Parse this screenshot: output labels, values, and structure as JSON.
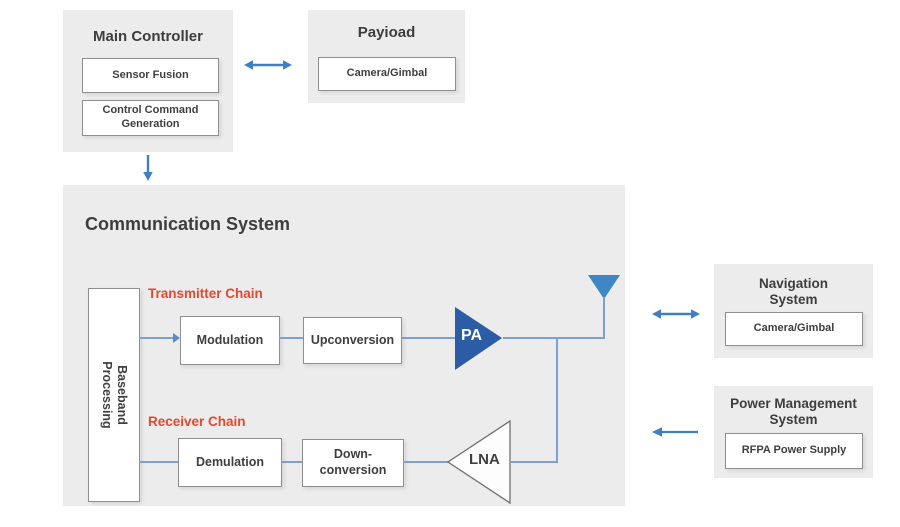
{
  "colors": {
    "panel_bg": "#ececec",
    "module_border": "#8f8f8f",
    "heading_text": "#3d3d3d",
    "chain_label_red": "#e4492f",
    "connector_blue": "#7b9fd6",
    "arrow_blue": "#4080c0",
    "pa_fill": "#2d5ca6",
    "antenna_fill": "#3e87c6"
  },
  "main_controller": {
    "title": "Main Controller",
    "modules": [
      "Sensor Fusion",
      "Control Command Generation"
    ]
  },
  "payload": {
    "title": "Payioad",
    "modules": [
      "Camera/Gimbal"
    ]
  },
  "communication_system": {
    "title": "Communication System",
    "baseband_label": "Baseband Processing",
    "transmitter_chain": {
      "label": "Transmitter Chain",
      "blocks": [
        "Modulation",
        "Upconversion"
      ],
      "amplifier_label": "PA"
    },
    "receiver_chain": {
      "label": "Receiver Chain",
      "blocks": [
        "Demulation",
        "Down-conversion"
      ],
      "amplifier_label": "LNA"
    }
  },
  "navigation_system": {
    "title": "Navigation System",
    "modules": [
      "Camera/Gimbal"
    ]
  },
  "power_management_system": {
    "title": "Power Management System",
    "modules": [
      "RFPA Power Supply"
    ]
  },
  "icons": {
    "antenna": "antenna-icon",
    "bidirectional_arrow": "bidirectional-arrow-icon",
    "down_arrow": "down-arrow-icon",
    "left_arrow": "left-arrow-icon"
  }
}
